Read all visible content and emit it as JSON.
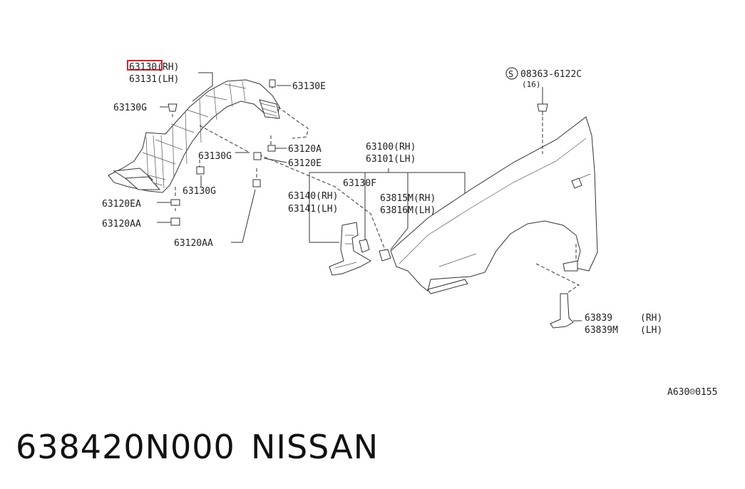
{
  "diagram": {
    "labels": {
      "l63130_rh": "63130(RH)",
      "l63131_lh": "63131(LH)",
      "l63130e": "63130E",
      "l63130g_a": "63130G",
      "l63130g_b": "63130G",
      "l63130g_c": "63130G",
      "l63120a": "63120A",
      "l63120e": "63120E",
      "l63120ea": "63120EA",
      "l63120aa_a": "63120AA",
      "l63120aa_b": "63120AA",
      "l63100_rh": "63100(RH)",
      "l63101_lh": "63101(LH)",
      "l63130f": "63130F",
      "l63140_rh": "63140(RH)",
      "l63141_lh": "63141(LH)",
      "l63815m_rh": "63815M(RH)",
      "l63816m_lh": "63816M(LH)",
      "l08363_code": "08363-6122C",
      "l08363_qty": "(16)",
      "l63839_a": "63839",
      "l63839_a_side": "(RH)",
      "l63839m": "63839M",
      "l63839m_side": "(LH)",
      "screw_symbol": "S"
    },
    "highlight_color": "#e0202a",
    "reference_code": "A630☹0155"
  },
  "footer": {
    "part_number": "638420N000",
    "brand": "NISSAN"
  }
}
